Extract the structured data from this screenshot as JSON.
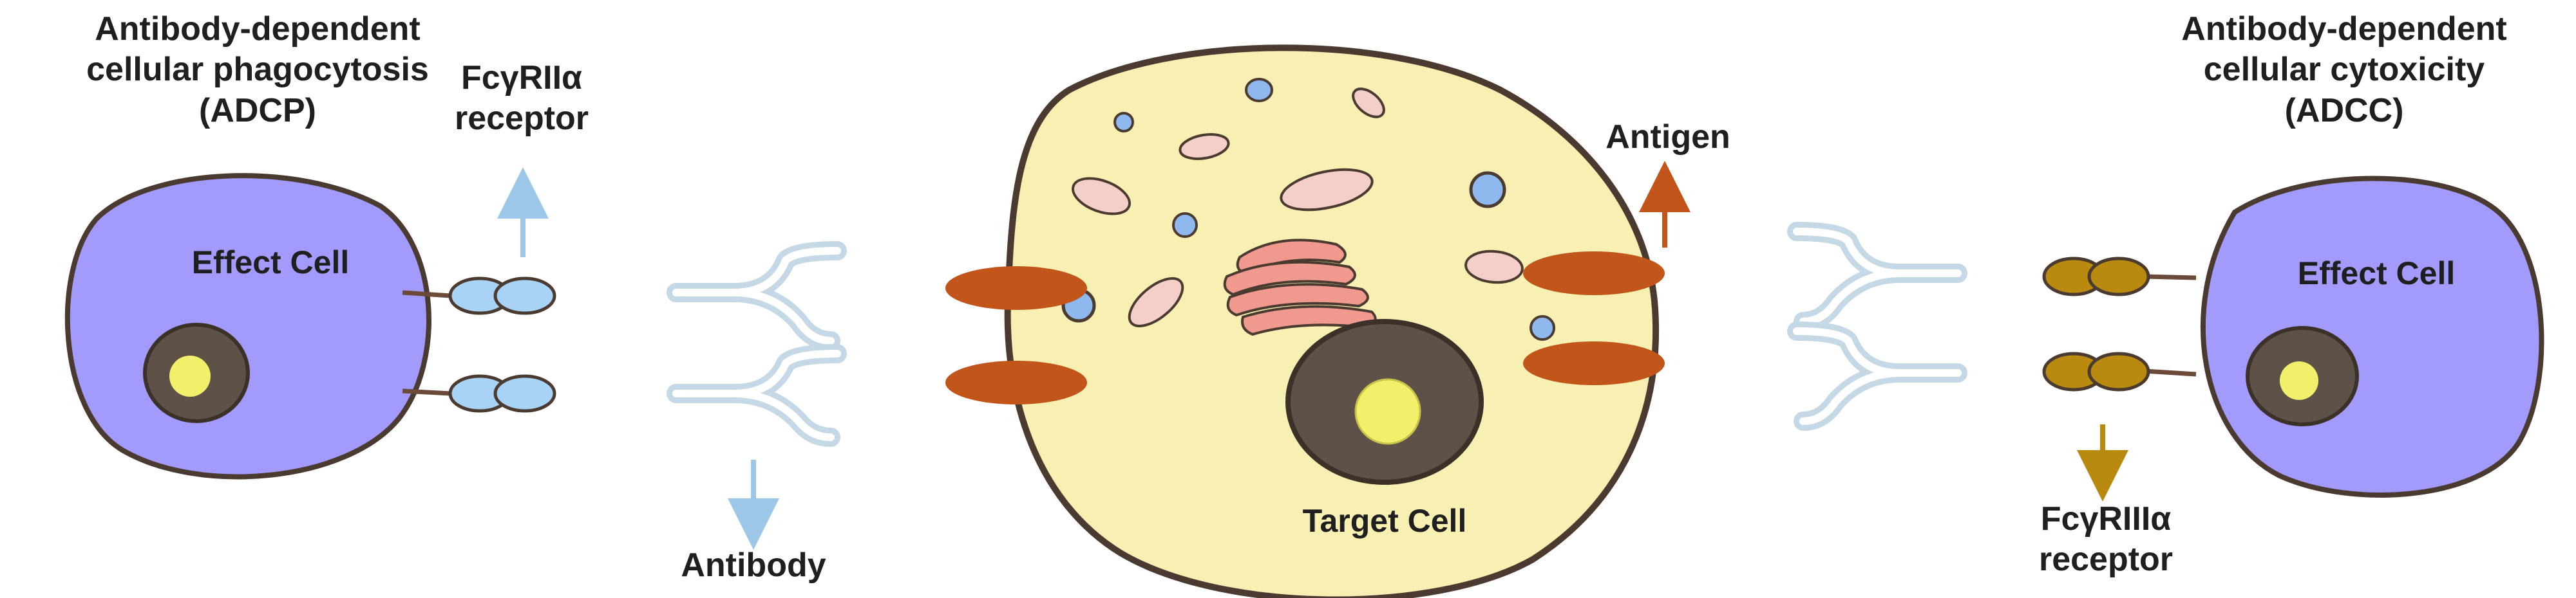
{
  "title_left": [
    "Antibody-dependent",
    "cellular phagocytosis",
    "(ADCP)"
  ],
  "title_right": [
    "Antibody-dependent",
    "cellular cytoxicity",
    "(ADCC)"
  ],
  "receptor_left": [
    "FcγRIIα",
    "receptor"
  ],
  "receptor_right": [
    "FcγRIIIα",
    "receptor"
  ],
  "antigen": "Antigen",
  "antibody": "Antibody",
  "effect_cell_left": "Effect Cell",
  "effect_cell_right": "Effect Cell",
  "target_cell": "Target Cell",
  "colors": {
    "effect_cell": "#a29bfc",
    "target_cell": "#f7f0b2",
    "outline": "#4a3a30",
    "nucleus": "#5e5248",
    "nucleolus": "#f2f06a",
    "antigen": "#c2561a",
    "antibody": "#c5d8e6",
    "receptor_left": "#a9d3f5",
    "receptor_right": "#b88a10",
    "vesicle_blue": "#8fb8ee",
    "vesicle_pink": "#f4cfc9",
    "golgi": "#f09a8f"
  }
}
